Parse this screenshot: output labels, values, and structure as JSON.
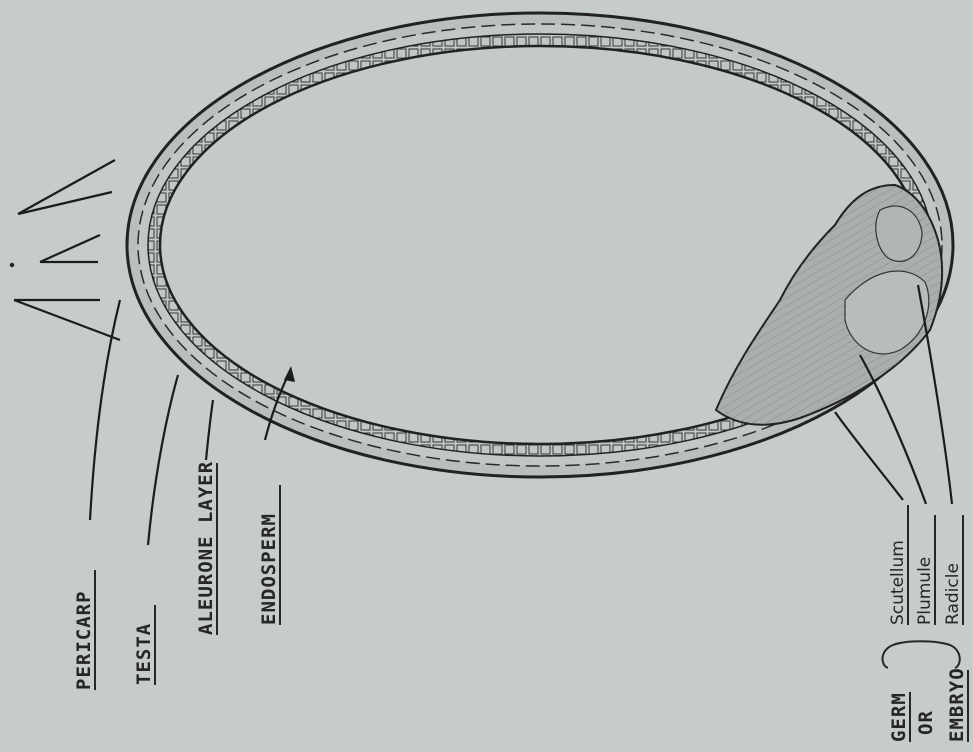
{
  "diagram": {
    "labels": {
      "pericarp": "PERICARP",
      "testa": "TESTA",
      "aleurone": "ALEURONE LAYER",
      "endosperm": "ENDOSPERM",
      "scutellum": "Scutellum",
      "plumule": "Plumule",
      "radicle": "Radicle",
      "germ": "GERM",
      "or": "OR",
      "embryo": "EMBRYO"
    },
    "colors": {
      "background": "#c6ccc8",
      "ink": "#262626",
      "seed_fill": "#bfc5c1",
      "embryo_fill": "#a9b0ac"
    }
  }
}
